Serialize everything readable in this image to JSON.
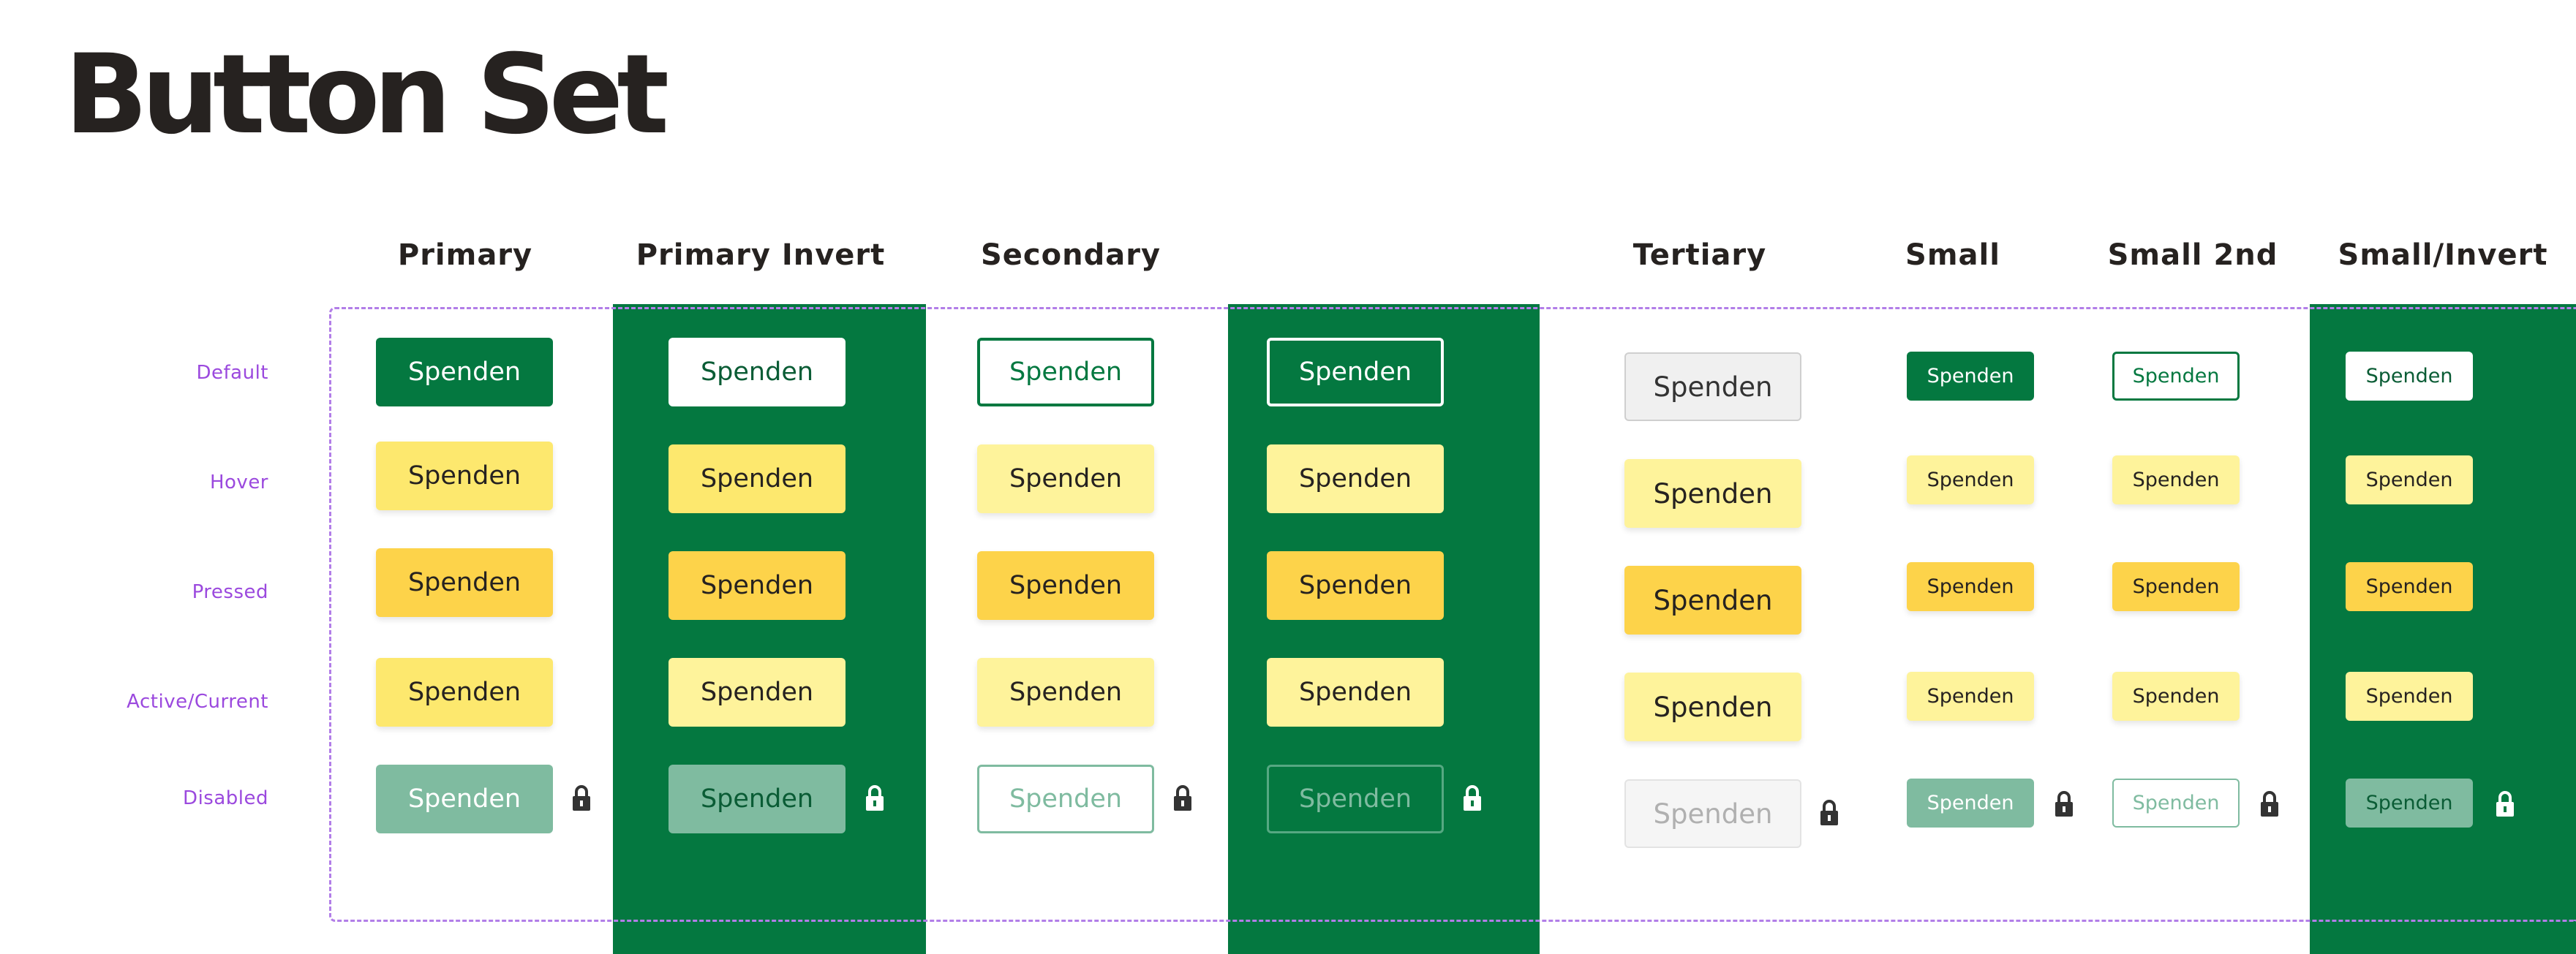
{
  "page": {
    "title": "Button Set"
  },
  "columns": [
    "Primary",
    "Primary Invert",
    "Secondary",
    "Tertiary",
    "Small",
    "Small 2nd",
    "Small/Invert"
  ],
  "rows": [
    "Default",
    "Hover",
    "Pressed",
    "Active/Current",
    "Disabled"
  ],
  "button_label": "Spenden",
  "colors": {
    "brand_green": "#047840",
    "hover_yellow": "#fde86e",
    "light_yellow": "#fef39b",
    "pressed_yellow": "#fdd34a",
    "disabled_green": "#7fbba0",
    "tertiary_gray": "#f0f0f0",
    "label_purple": "#9b49de",
    "dashed_border": "#b27ee8",
    "title_text": "#262220"
  },
  "icons": {
    "disabled_state": "lock-icon"
  }
}
